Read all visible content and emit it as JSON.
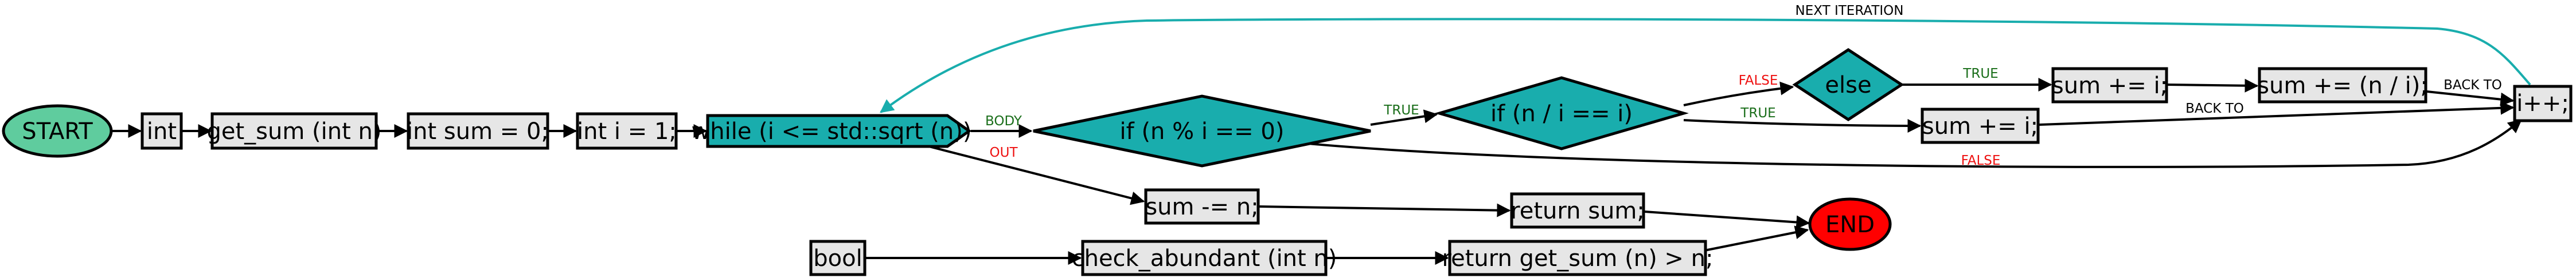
{
  "colors": {
    "box_fill": "#e6e6e6",
    "decision_fill": "#19adad",
    "start_fill": "#5fcc9e",
    "end_fill": "#ff0000",
    "edge": "#000000",
    "back_edge": "#19adad",
    "true_label": "#1a6e1a",
    "false_label": "#ee1111",
    "neutral_label": "#000000"
  },
  "nodes": {
    "start": "START",
    "int_type": "int",
    "get_sum": "get_sum (int n)",
    "sum_init": "int sum = 0;",
    "i_init": "int i = 1;",
    "while_loop": "while (i <= std::sqrt (n))",
    "if_mod": "if (n % i == 0)",
    "if_div": "if (n / i == i)",
    "else": "else",
    "sum_add_i_top": "sum += i;",
    "sum_add_div": "sum += (n / i);",
    "sum_add_i_mid": "sum += i;",
    "increment": "i++;",
    "sum_sub_n": "sum -= n;",
    "return_sum": "return sum;",
    "end": "END",
    "bool_type": "bool",
    "check_abundant": "check_abundant (int n)",
    "return_cmp": "return get_sum (n) > n;"
  },
  "edge_labels": {
    "next_iteration": "NEXT ITERATION",
    "body": "BODY",
    "out": "OUT",
    "true_mod": "TRUE",
    "false_div": "FALSE",
    "true_div": "TRUE",
    "true_else": "TRUE",
    "back_to_top": "BACK TO",
    "back_to_mid": "BACK TO",
    "false_mod": "FALSE"
  }
}
